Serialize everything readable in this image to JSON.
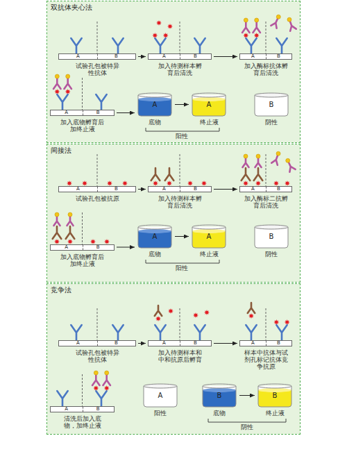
{
  "diagram": {
    "nodes": [
      {
        "text": [
          "双抗体夹心法"
        ]
      },
      {
        "text": [
          "A",
          "B",
          "试验孔包被特异性抗体"
        ],
        "in": 0
      },
      {
        "text": [
          "A",
          "B",
          "加入待测样本孵育后清洗"
        ],
        "in": 0
      },
      {
        "text": [
          "A",
          "B",
          "加入酶标抗体孵育后清洗"
        ],
        "in": 0
      },
      {
        "text": [
          "A",
          "B",
          "加入底物孵育后加终止液"
        ],
        "in": 0
      },
      {
        "text": [
          "A",
          "底物"
        ],
        "in": 0
      },
      {
        "text": [
          "A",
          "终止液"
        ],
        "in": 0
      },
      {
        "text": [
          "B",
          "阴性"
        ],
        "in": 0
      },
      {
        "text": [
          "间接法"
        ]
      },
      {
        "text": [
          "A",
          "B",
          "试验孔包被抗原"
        ],
        "in": 8
      },
      {
        "text": [
          "A",
          "B",
          "加入待测样本孵育后清洗"
        ],
        "in": 8
      },
      {
        "text": [
          "A",
          "B",
          "加入酶标二抗孵育后清洗"
        ],
        "in": 8
      },
      {
        "text": [
          "A",
          "B",
          "加入底物孵育后加终止液"
        ],
        "in": 8
      },
      {
        "text": [
          "A",
          "底物"
        ],
        "in": 8
      },
      {
        "text": [
          "A",
          "终止液"
        ],
        "in": 8
      },
      {
        "text": [
          "B",
          "阴性"
        ],
        "in": 8
      },
      {
        "text": [
          "竞争法"
        ]
      },
      {
        "text": [
          "A",
          "B",
          "试验孔包被特异性抗体"
        ],
        "in": 16
      },
      {
        "text": [
          "A",
          "B",
          "加入待测样本和中和抗原后孵育"
        ],
        "in": 16
      },
      {
        "text": [
          "A",
          "B",
          "样本中抗体与试剂孔标记抗体竞争抗原"
        ],
        "in": 16
      },
      {
        "text": [
          "A",
          "B",
          "清洗后加入底物，加终止液"
        ],
        "in": 16
      },
      {
        "text": [
          "A",
          "阳性"
        ],
        "in": 16
      },
      {
        "text": [
          "B",
          "底物"
        ],
        "in": 16
      },
      {
        "text": [
          "B",
          "终止液"
        ],
        "in": 16
      }
    ],
    "edges": [
      {
        "from": 1,
        "to": 2,
        "arrow": "to"
      },
      {
        "from": 2,
        "to": 3,
        "arrow": "to"
      },
      {
        "from": 4,
        "to": 5,
        "arrow": "to"
      },
      {
        "from": 5,
        "to": 6,
        "arrow": "to"
      },
      {
        "from": 9,
        "to": 10,
        "arrow": "to"
      },
      {
        "from": 10,
        "to": 11,
        "arrow": "to"
      },
      {
        "from": 12,
        "to": 13,
        "arrow": "to"
      },
      {
        "from": 13,
        "to": 14,
        "arrow": "to"
      },
      {
        "from": 17,
        "to": 18,
        "arrow": "to"
      },
      {
        "from": 18,
        "to": 19,
        "arrow": "to"
      },
      {
        "from": 22,
        "to": 23,
        "arrow": "to"
      }
    ],
    "labels": [
      "阳性",
      "阳性",
      "阴性"
    ]
  }
}
